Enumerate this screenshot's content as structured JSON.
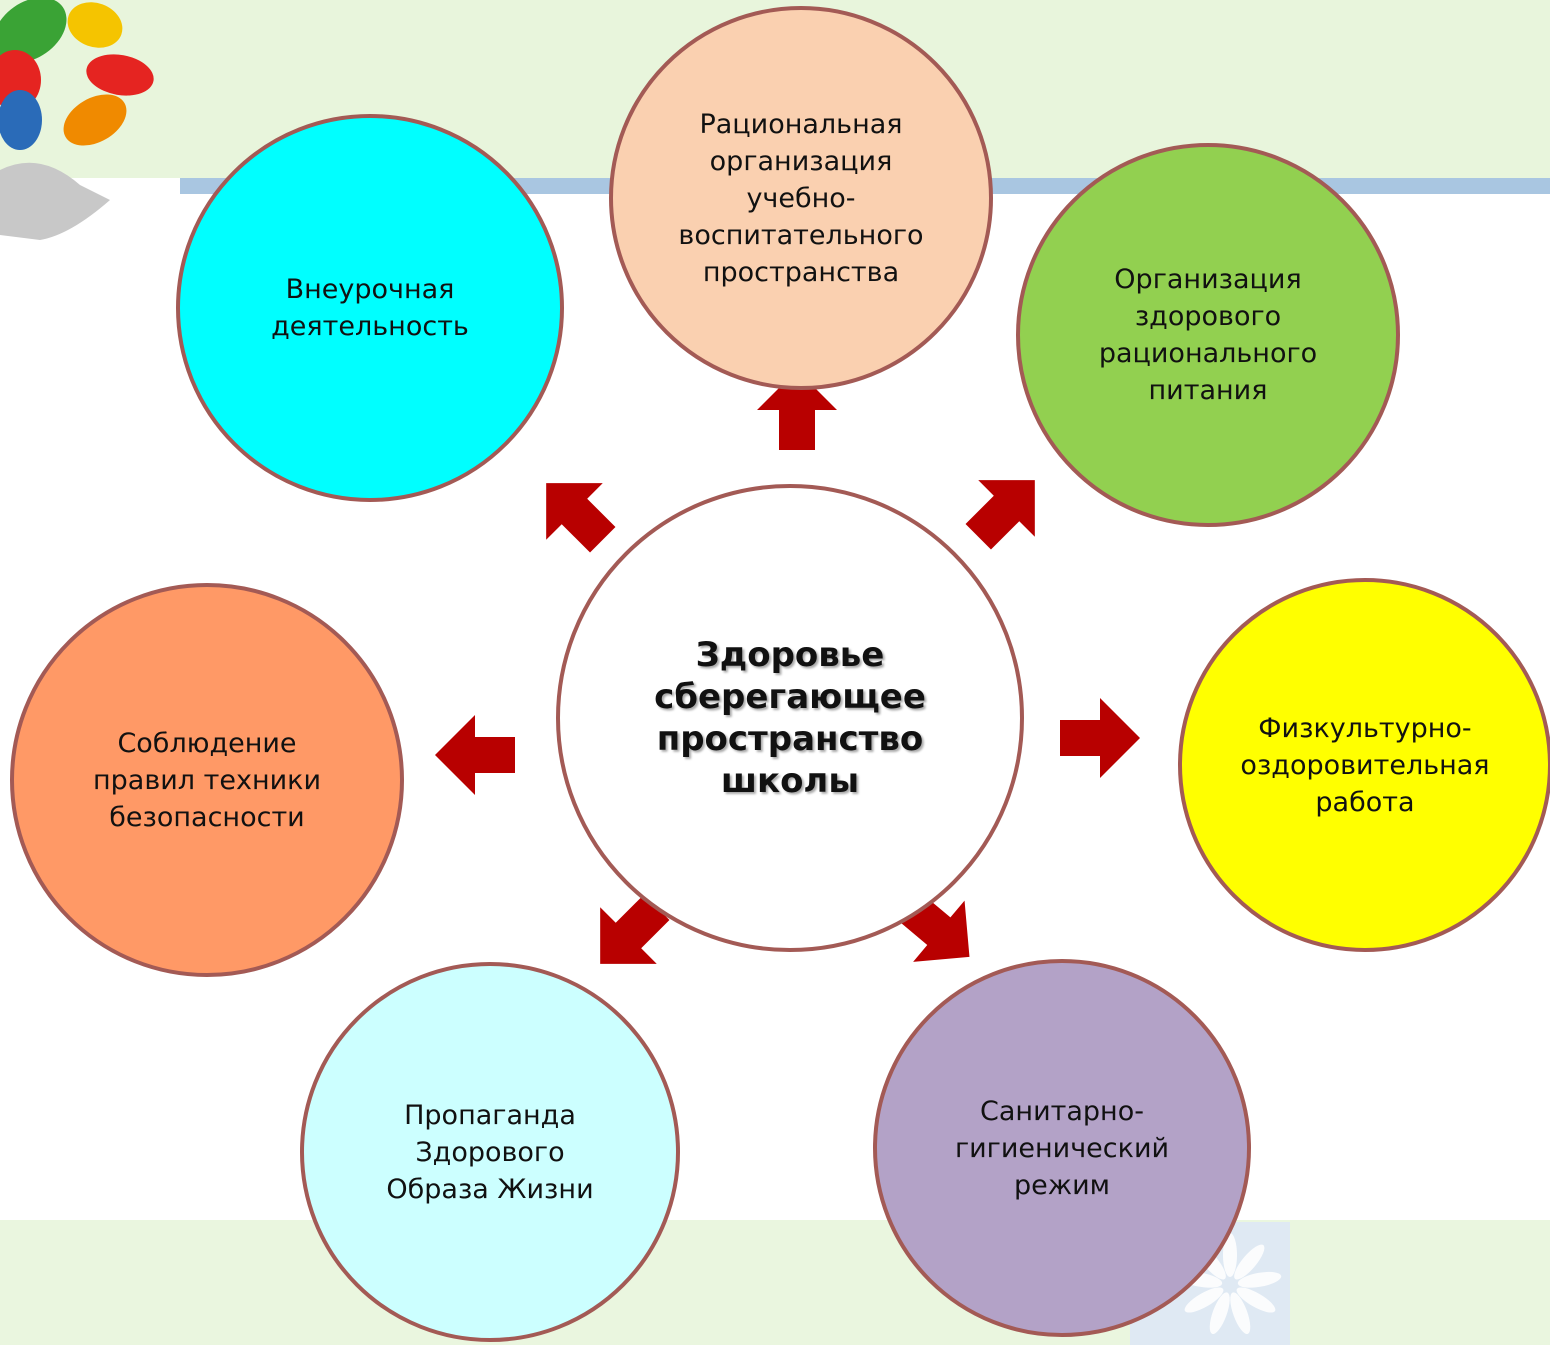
{
  "diagram": {
    "center": {
      "text": "Здоровье\nсберегающее\nпространство\nшколы"
    },
    "nodes": [
      {
        "id": "top",
        "text": "Рациональная\nорганизация\nучебно-\nвоспитательного\nпространства",
        "color": "#fad0b0"
      },
      {
        "id": "top-right",
        "text": "Организация\nздорового\nрационального\nпитания",
        "color": "#92d050"
      },
      {
        "id": "right",
        "text": "Физкультурно-\nоздоровительная\nработа",
        "color": "#ffff00"
      },
      {
        "id": "bottom-right",
        "text": "Санитарно-\nгигиенический\nрежим",
        "color": "#b3a2c7"
      },
      {
        "id": "bottom-left",
        "text": "Пропаганда\nЗдорового\nОбраза Жизни",
        "color": "#ccffff"
      },
      {
        "id": "left",
        "text": "Соблюдение\nправил техники\nбезопасности",
        "color": "#ff9966"
      },
      {
        "id": "top-left",
        "text": "Внеурочная\nдеятельность",
        "color": "#00ffff"
      }
    ]
  },
  "colors": {
    "border": "#a35a55",
    "arrow": "#b80000",
    "header_band": "#e8f5dc",
    "blue_stripe": "#a9c6e1",
    "footer_band": "#eaf6df"
  },
  "decor": {
    "logo_icon": "hands-logo-icon",
    "footer_icon": "flower-logo-icon"
  }
}
